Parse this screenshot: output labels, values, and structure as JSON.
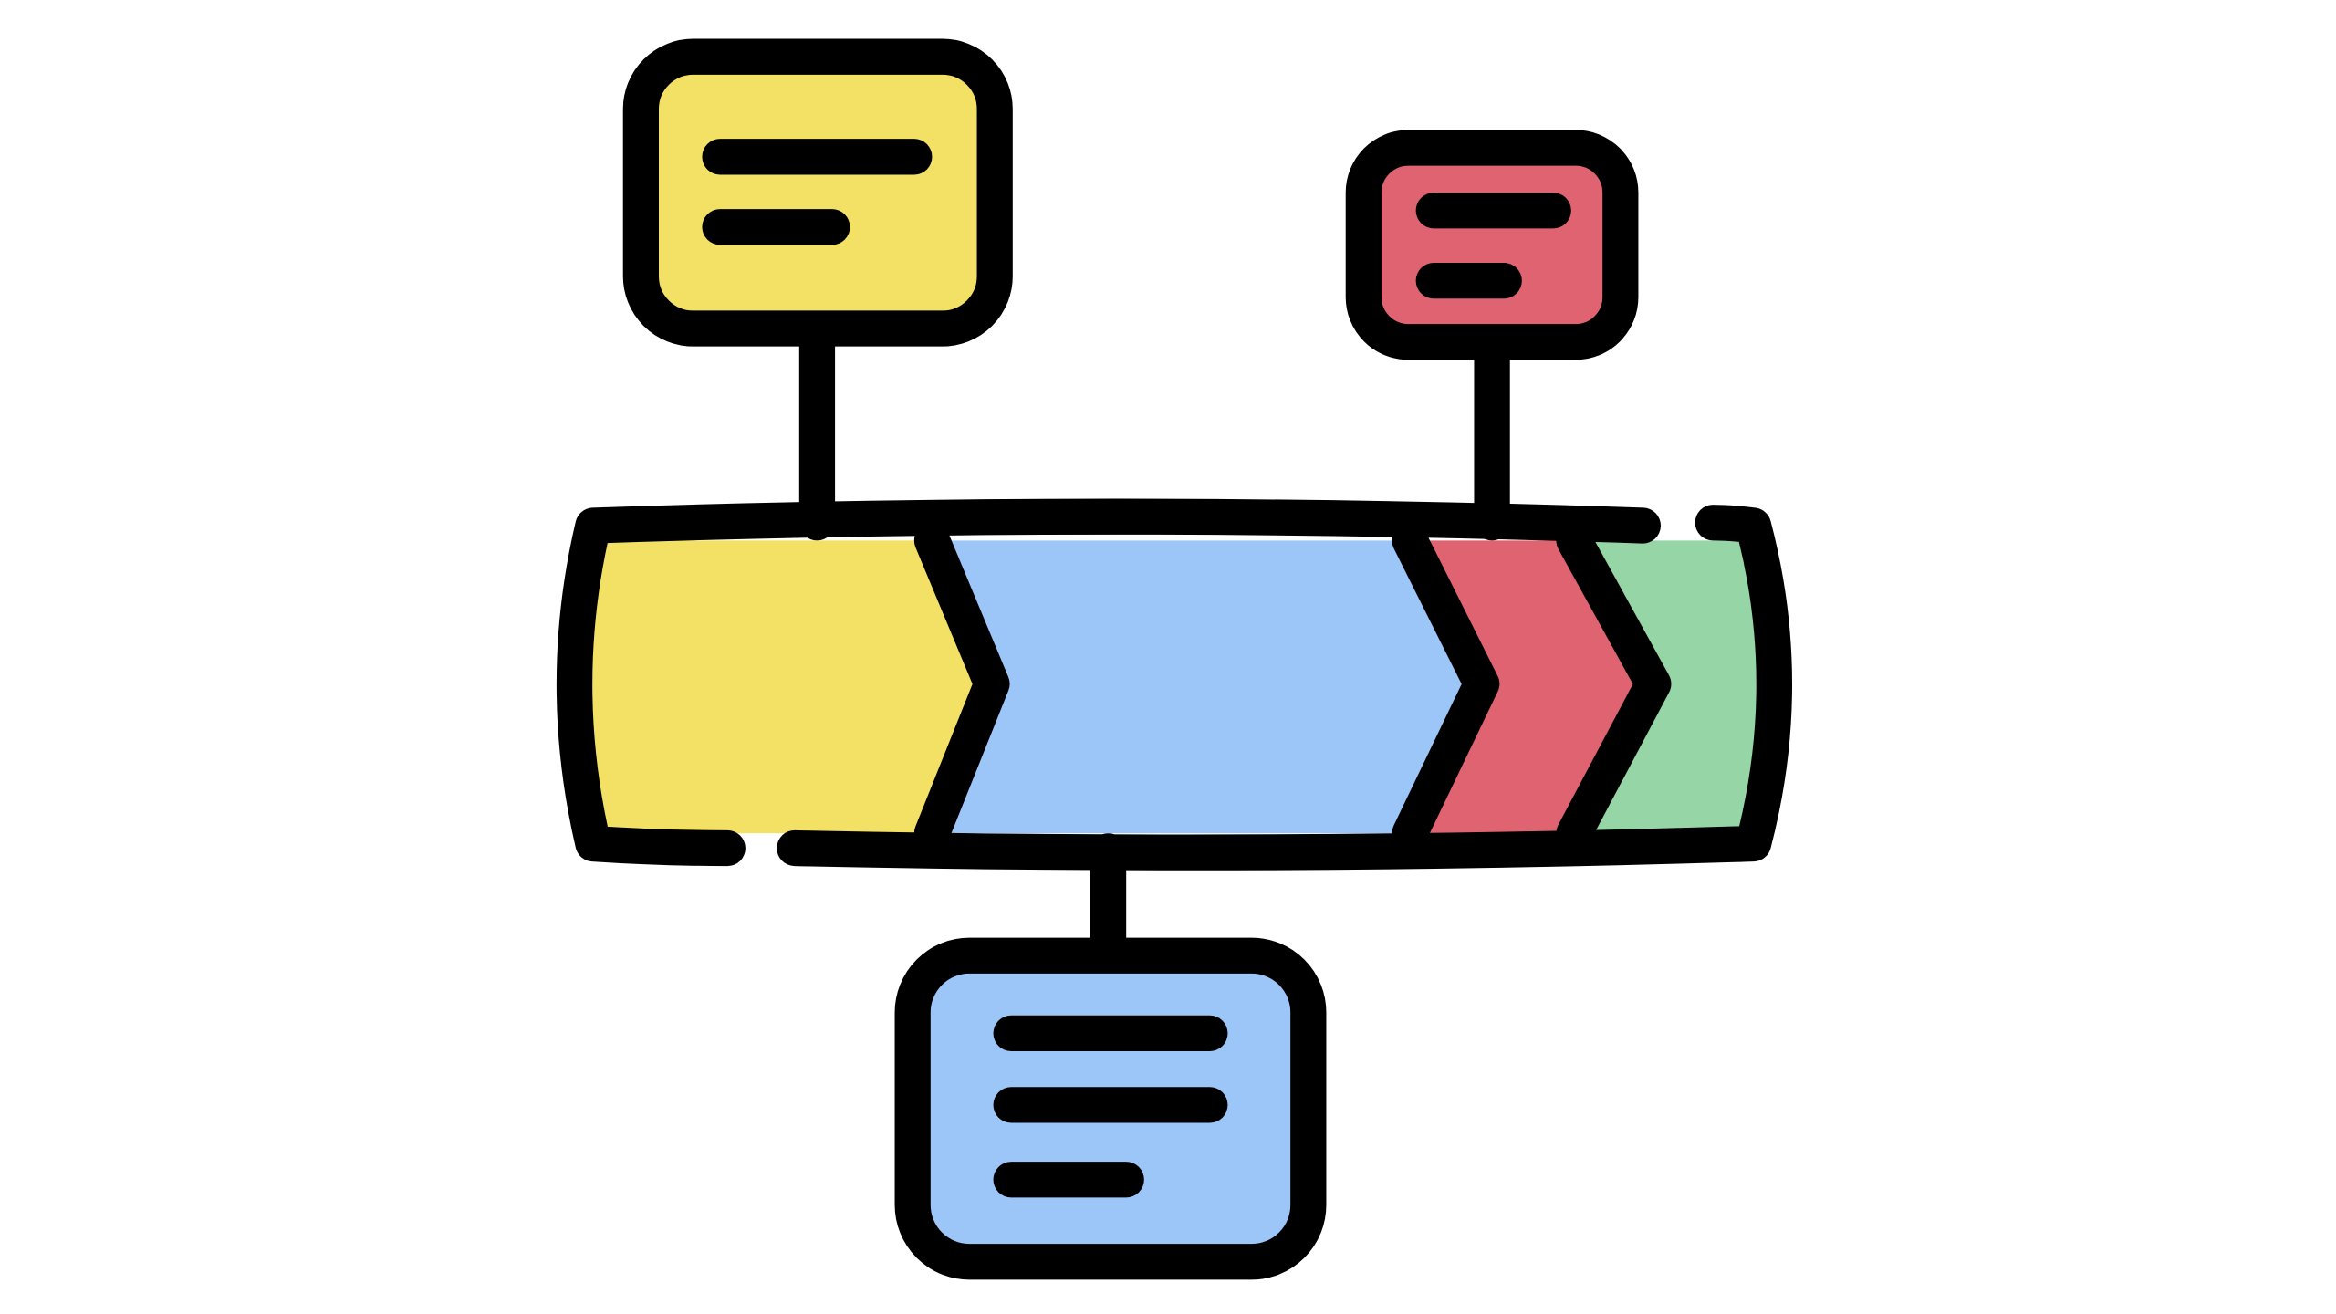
{
  "icon": {
    "name": "timeline-icon",
    "colors": {
      "stroke": "#000000",
      "background": "#ffffff",
      "yellow": "#F3E166",
      "blue": "#9DC6F8",
      "red": "#DF6370",
      "green": "#96D5A5"
    },
    "segments": [
      {
        "name": "timeline-segment-yellow",
        "color_key": "yellow"
      },
      {
        "name": "timeline-segment-blue",
        "color_key": "blue"
      },
      {
        "name": "timeline-segment-red",
        "color_key": "red"
      },
      {
        "name": "timeline-segment-green",
        "color_key": "green"
      }
    ],
    "cards": [
      {
        "name": "note-card-yellow",
        "color_key": "yellow",
        "lines": 2
      },
      {
        "name": "note-card-red",
        "color_key": "red",
        "lines": 2
      },
      {
        "name": "note-card-blue",
        "color_key": "blue",
        "lines": 3
      }
    ]
  }
}
